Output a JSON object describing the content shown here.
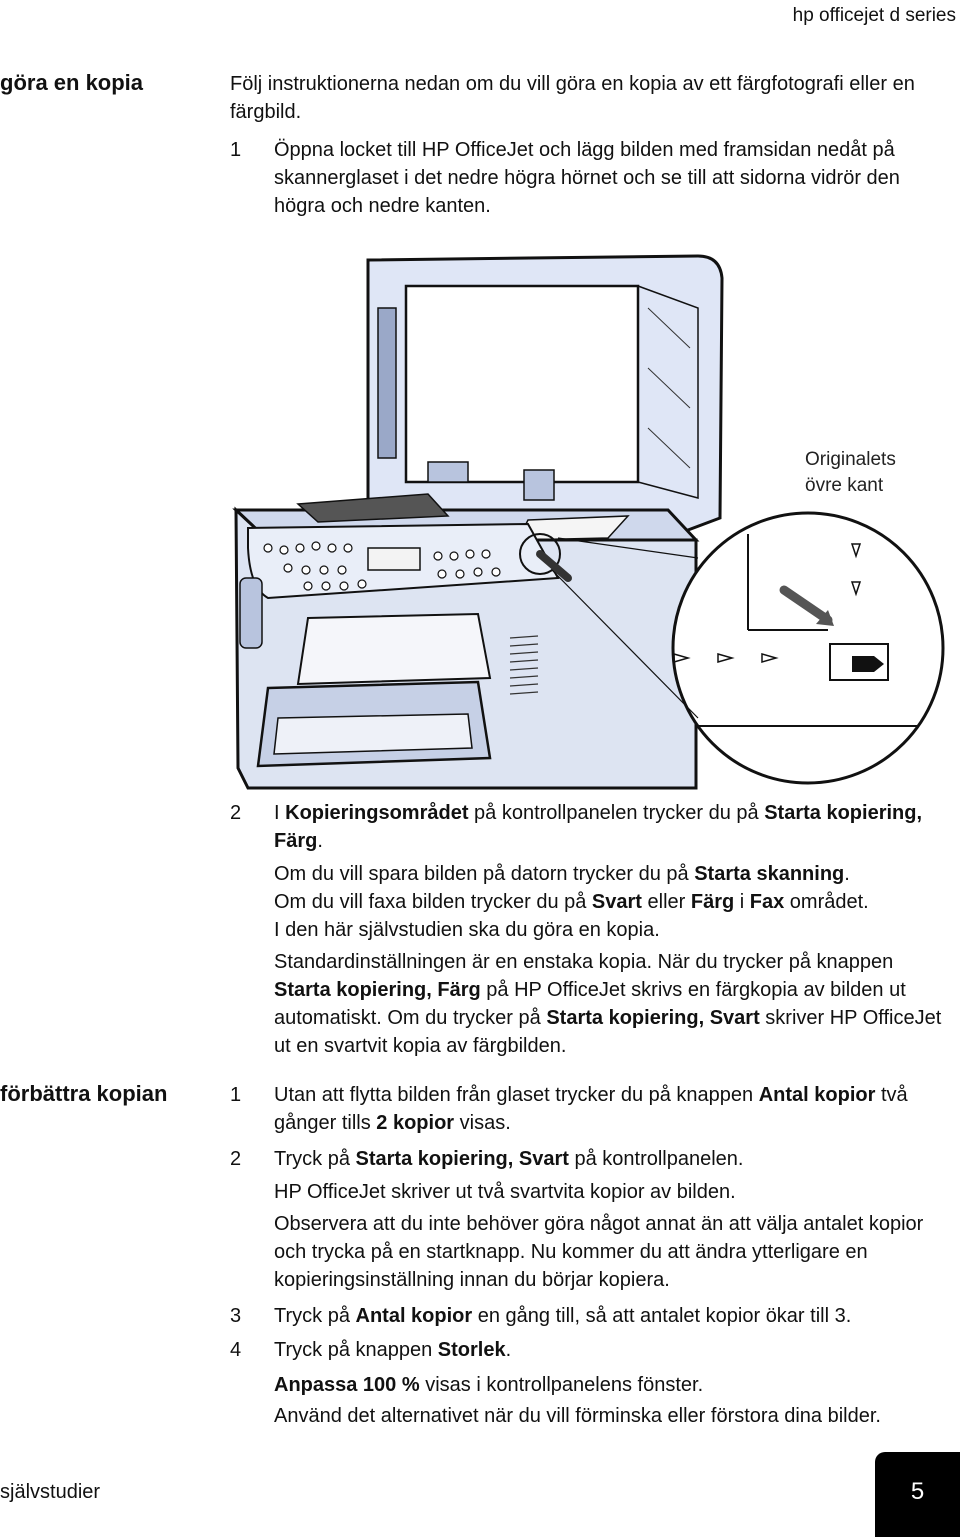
{
  "header": {
    "title": "hp officejet d series"
  },
  "section1": {
    "heading": "göra en kopia",
    "intro": "Följ instruktionerna nedan om du vill göra en kopia av ett färgfotografi eller en färgbild.",
    "step1": {
      "num": "1",
      "text": "Öppna locket till HP OfficeJet och lägg bilden med framsidan nedåt på skannerglaset i det nedre högra hörnet och se till att sidorna vidrör den högra och nedre kanten."
    },
    "figure": {
      "callout_line1": "Originalets",
      "callout_line2": "övre kant"
    },
    "step2": {
      "num": "2",
      "t1": "I ",
      "b1": "Kopieringsområdet",
      "t2": " på kontrollpanelen trycker du på ",
      "b2": "Starta kopiering, Färg",
      "t3": "."
    },
    "p_scan": {
      "t1": "Om du vill spara bilden på datorn trycker du på ",
      "b1": "Starta skanning",
      "t2": "."
    },
    "p_fax": {
      "t1": "Om du vill faxa bilden trycker du på ",
      "b1": "Svart",
      "t2": " eller ",
      "b2": "Färg",
      "t3": " i ",
      "b3": "Fax",
      "t4": " området."
    },
    "p_tutorial": "I den här självstudien ska du göra en kopia.",
    "p_default": {
      "t1": "Standardinställningen är en enstaka kopia. När du trycker på knappen ",
      "b1": "Starta kopiering, Färg",
      "t2": " på HP OfficeJet skrivs en färgkopia av bilden ut automatiskt. Om du trycker på ",
      "b2": "Starta kopiering, Svart",
      "t3": " skriver HP OfficeJet ut en svartvit kopia av färgbilden."
    }
  },
  "section2": {
    "heading": "förbättra kopian",
    "step1": {
      "num": "1",
      "t1": "Utan att flytta bilden från glaset trycker du på knappen ",
      "b1": "Antal kopior",
      "t2": " två gånger tills ",
      "b2": "2 kopior",
      "t3": " visas."
    },
    "step2": {
      "num": "2",
      "t1": "Tryck på ",
      "b1": "Starta kopiering, Svart",
      "t2": " på kontrollpanelen."
    },
    "p_prints": "HP OfficeJet skriver ut två svartvita kopior av bilden.",
    "p_note": "Observera att du inte behöver göra något annat än att välja antalet kopior och trycka på en startknapp. Nu kommer du att ändra ytterligare en kopieringsinställning innan du börjar kopiera.",
    "step3": {
      "num": "3",
      "t1": "Tryck på ",
      "b1": "Antal kopior",
      "t2": " en gång till, så att antalet kopior ökar till 3."
    },
    "step4": {
      "num": "4",
      "t1": "Tryck på knappen ",
      "b1": "Storlek",
      "t2": "."
    },
    "p_fit": {
      "b1": "Anpassa 100 %",
      "t1": " visas i kontrollpanelens fönster."
    },
    "p_use": "Använd det alternativet när du vill förminska eller förstora dina bilder."
  },
  "footer": {
    "label": "självstudier",
    "page": "5"
  }
}
